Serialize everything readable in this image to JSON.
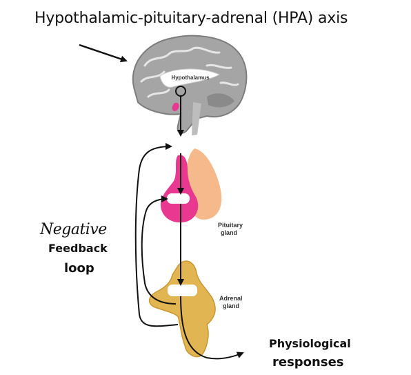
{
  "title": "Hypothalamic-pituitary-adrenal (HPA) axis",
  "labels": {
    "hypothalamus": "Hypothalamus",
    "pituitary_line1": "Pituitary",
    "pituitary_line2": "gland",
    "adrenal_line1": "Adrenal",
    "adrenal_line2": "gland",
    "negative": "Negative",
    "feedback": "Feedback",
    "loop": "loop",
    "responses_line1": "Physiological",
    "responses_line2": "responses"
  },
  "colors": {
    "brain": "#9a9a9a",
    "pituitary": "#e8388f",
    "pituitary_light": "#f6b98b",
    "adrenal": "#e0b552",
    "arrow": "#111111"
  }
}
